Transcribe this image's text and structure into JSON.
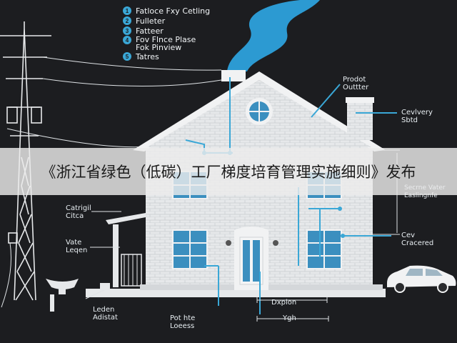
{
  "legend": [
    {
      "marker": "1",
      "text": "Fatloce Fxy Cetling"
    },
    {
      "marker": "2",
      "text": "Fulleter"
    },
    {
      "marker": "3",
      "text": "Fatteer"
    },
    {
      "marker": "4",
      "text": "Fov Flnce Plase\nFok Pinview"
    },
    {
      "marker": "5",
      "text": "Tatres"
    }
  ],
  "callouts": {
    "product_outlet": "Prodot\nOuttter",
    "chimney": "Cevlvery\nSbtd",
    "security_lighting": "Secrne Vater\nEaslingnfe",
    "cs_catered": "Cev\nCracered",
    "catrigil_citca": "Catrigil\nCitca",
    "vate_leqen": "Vate\nLeqen",
    "leden_adistat": "Leden\nAdistat",
    "post_lodess": "Pot hte\nLoeess",
    "depth_top": "Dxplon",
    "width_bottom": "Ygh"
  },
  "banner": {
    "text": "《浙江省绿色（低碳）工厂梯度培育管理实施细则》发布"
  },
  "colors": {
    "background": "#1c1d20",
    "house": "#e6e8ea",
    "brick_line": "#c5c9cc",
    "accent_blue": "#3aa7d6",
    "smoke": "#2c9ad2",
    "window": "#3b8fbf"
  }
}
